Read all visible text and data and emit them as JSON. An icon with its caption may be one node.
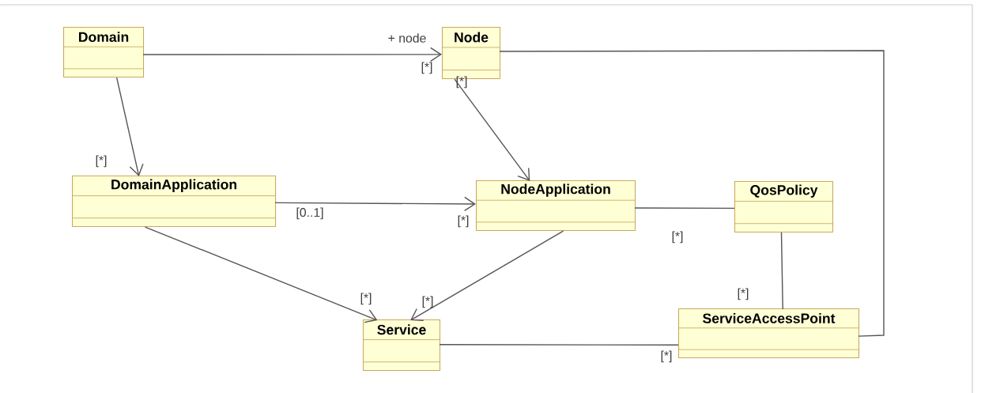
{
  "diagram": {
    "nodes": [
      {
        "text": [
          "Domain"
        ]
      },
      {
        "text": [
          "Node"
        ]
      },
      {
        "text": [
          "DomainApplication"
        ]
      },
      {
        "text": [
          "NodeApplication"
        ]
      },
      {
        "text": [
          "QosPolicy"
        ]
      },
      {
        "text": [
          "Service"
        ]
      },
      {
        "text": [
          "ServiceAccessPoint"
        ]
      }
    ],
    "edges": [
      {
        "from": 0,
        "to": 1,
        "arrow": "to"
      },
      {
        "from": 0,
        "to": 2,
        "arrow": "to"
      },
      {
        "from": 1,
        "to": 3,
        "arrow": "to"
      },
      {
        "from": 2,
        "to": 3,
        "arrow": "to"
      },
      {
        "from": 3,
        "to": 4,
        "arrow": "none"
      },
      {
        "from": 2,
        "to": 5,
        "arrow": "to"
      },
      {
        "from": 3,
        "to": 5,
        "arrow": "to"
      },
      {
        "from": 1,
        "to": 6,
        "arrow": "none"
      },
      {
        "from": 4,
        "to": 6,
        "arrow": "none"
      },
      {
        "from": 5,
        "to": 6,
        "arrow": "none"
      }
    ],
    "labels": [
      "+ node",
      "[*]",
      "[*]",
      "[*]",
      "[0..1]",
      "[*]",
      "[*]",
      "[*]",
      "[*]",
      "[*]",
      "[*]"
    ]
  }
}
